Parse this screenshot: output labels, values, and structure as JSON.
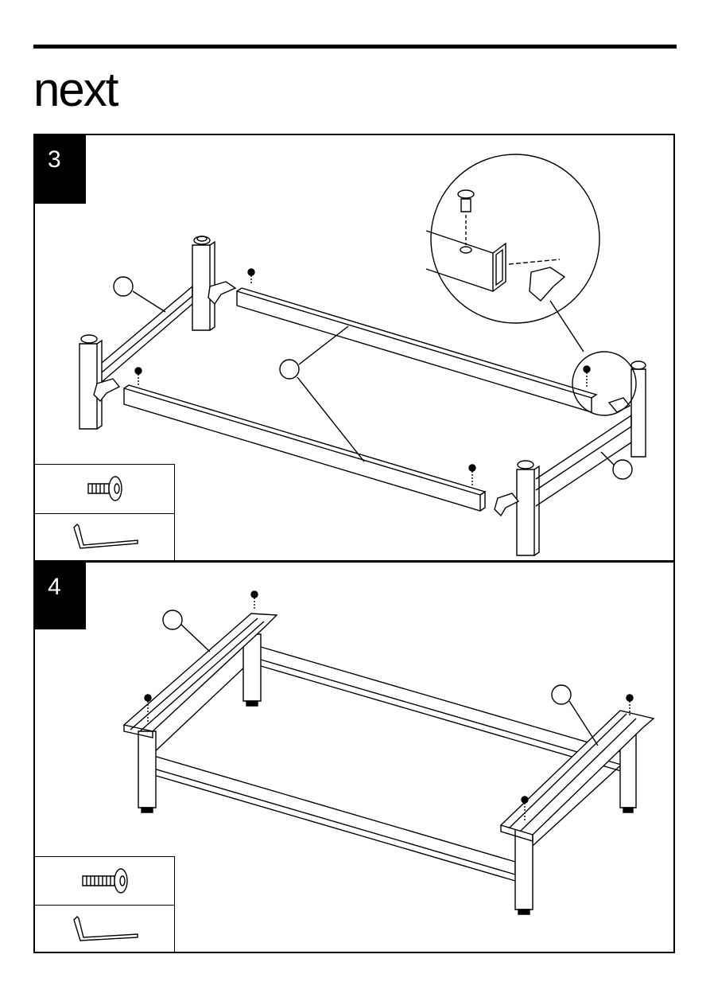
{
  "brand": {
    "name": "next",
    "logo_icon": "next-wordmark-logo"
  },
  "steps": [
    {
      "number": "3",
      "parts": [
        "screw-icon",
        "allen-key-icon"
      ]
    },
    {
      "number": "4",
      "parts": [
        "screw-icon",
        "allen-key-icon"
      ]
    }
  ]
}
